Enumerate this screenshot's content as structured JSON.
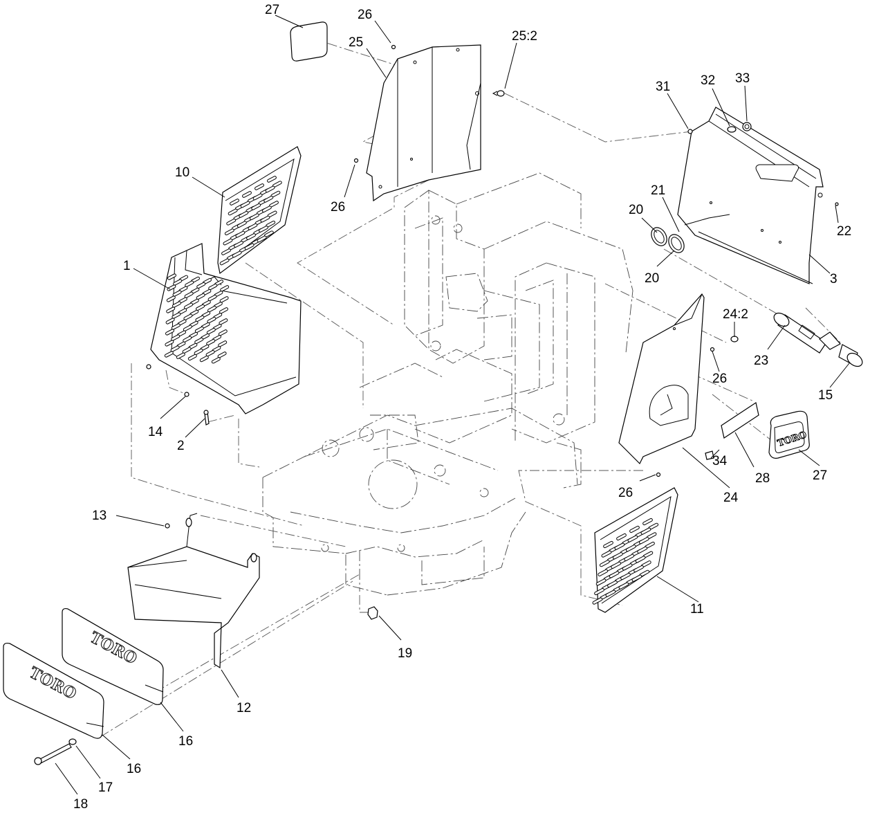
{
  "diagram": {
    "callouts": [
      {
        "id": "c27a",
        "text": "27"
      },
      {
        "id": "c26a",
        "text": "26"
      },
      {
        "id": "c25",
        "text": "25"
      },
      {
        "id": "c252",
        "text": "25:2"
      },
      {
        "id": "c31",
        "text": "31"
      },
      {
        "id": "c32",
        "text": "32"
      },
      {
        "id": "c33",
        "text": "33"
      },
      {
        "id": "c10",
        "text": "10"
      },
      {
        "id": "c26b",
        "text": "26"
      },
      {
        "id": "c21",
        "text": "21"
      },
      {
        "id": "c20a",
        "text": "20"
      },
      {
        "id": "c22",
        "text": "22"
      },
      {
        "id": "c20b",
        "text": "20"
      },
      {
        "id": "c3",
        "text": "3"
      },
      {
        "id": "c1",
        "text": "1"
      },
      {
        "id": "c242",
        "text": "24:2"
      },
      {
        "id": "c23",
        "text": "23"
      },
      {
        "id": "c26c",
        "text": "26"
      },
      {
        "id": "c15",
        "text": "15"
      },
      {
        "id": "c14",
        "text": "14"
      },
      {
        "id": "c2",
        "text": "2"
      },
      {
        "id": "c34",
        "text": "34"
      },
      {
        "id": "c28",
        "text": "28"
      },
      {
        "id": "c27b",
        "text": "27"
      },
      {
        "id": "c26d",
        "text": "26"
      },
      {
        "id": "c24",
        "text": "24"
      },
      {
        "id": "c13",
        "text": "13"
      },
      {
        "id": "c11",
        "text": "11"
      },
      {
        "id": "c19",
        "text": "19"
      },
      {
        "id": "c12",
        "text": "12"
      },
      {
        "id": "c16a",
        "text": "16"
      },
      {
        "id": "c16b",
        "text": "16"
      },
      {
        "id": "c17",
        "text": "17"
      },
      {
        "id": "c18",
        "text": "18"
      }
    ],
    "logos": {
      "decal_27": "TORO",
      "weight_front": "TORO",
      "weight_back": "TORO"
    }
  }
}
